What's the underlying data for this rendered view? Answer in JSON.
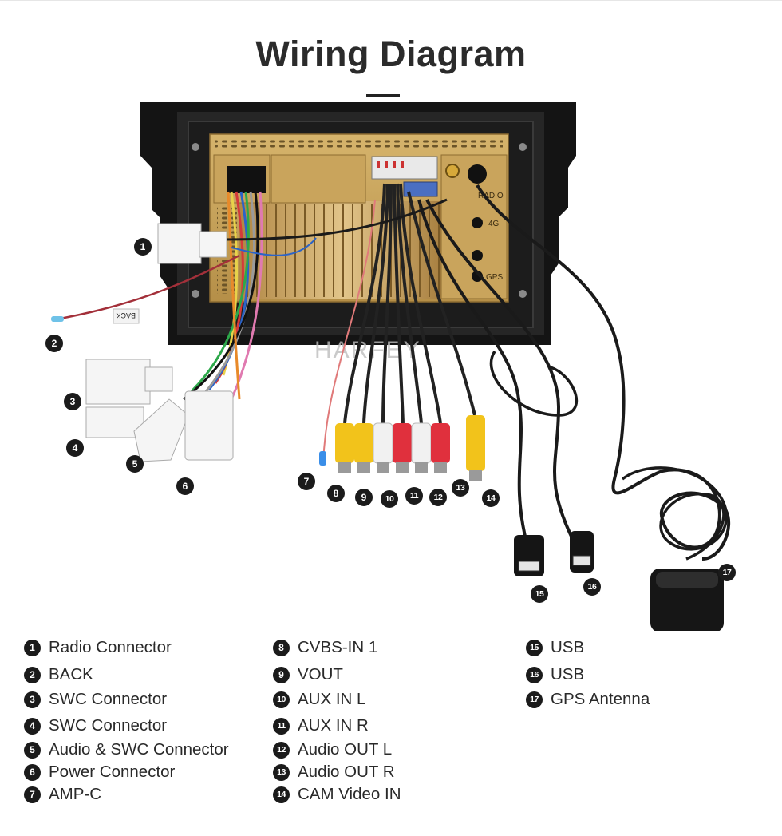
{
  "title": "Wiring Diagram",
  "device_labels": {
    "radio": "RADIO",
    "fourg": "4G",
    "gps": "GPS",
    "watermark": "HARFEY",
    "back_tag": "BACK"
  },
  "callouts": [
    "1",
    "2",
    "3",
    "4",
    "5",
    "6",
    "7",
    "8",
    "9",
    "10",
    "11",
    "12",
    "13",
    "14",
    "15",
    "16",
    "17"
  ],
  "legend": {
    "col1": [
      {
        "num": "1",
        "label": "Radio Connector"
      },
      {
        "num": "2",
        "label": "BACK"
      },
      {
        "num": "3",
        "label": "SWC Connector"
      },
      {
        "num": "4",
        "label": "SWC Connector"
      },
      {
        "num": "5",
        "label": "Audio & SWC Connector"
      },
      {
        "num": "6",
        "label": "Power Connector"
      },
      {
        "num": "7",
        "label": "AMP-C"
      }
    ],
    "col2": [
      {
        "num": "8",
        "label": "CVBS-IN 1"
      },
      {
        "num": "9",
        "label": "VOUT"
      },
      {
        "num": "10",
        "label": "AUX IN L"
      },
      {
        "num": "11",
        "label": "AUX IN R"
      },
      {
        "num": "12",
        "label": "Audio OUT L"
      },
      {
        "num": "13",
        "label": "Audio OUT R"
      },
      {
        "num": "14",
        "label": "CAM Video IN"
      }
    ],
    "col3": [
      {
        "num": "15",
        "label": "USB"
      },
      {
        "num": "16",
        "label": "USB"
      },
      {
        "num": "17",
        "label": "GPS Antenna"
      }
    ]
  },
  "colors": {
    "rca_yellow": "#f2c31b",
    "rca_white": "#f1f1f1",
    "rca_red": "#e0303d",
    "gold_case": "#c9a45c",
    "bezel": "#141414",
    "badge": "#1b1b1b"
  }
}
